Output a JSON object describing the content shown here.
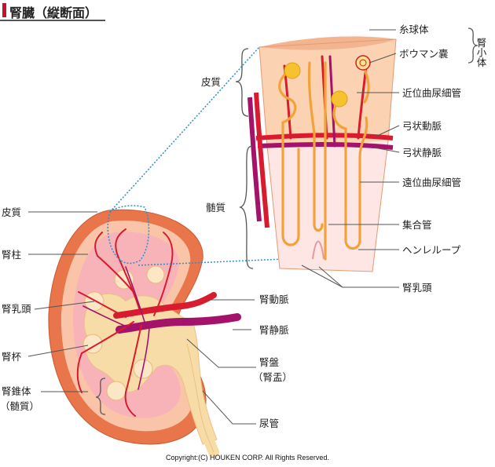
{
  "title": "腎臓（縦断面）",
  "labels": {
    "cortex_left": "皮質",
    "renal_column": "腎柱",
    "renal_papilla_left": "腎乳頭",
    "renal_calyx": "腎杯",
    "renal_pyramid": "腎錐体",
    "renal_pyramid_sub": "（髄質）",
    "renal_artery": "腎動脈",
    "renal_vein": "腎静脈",
    "renal_pelvis": "腎盤",
    "renal_pelvis_sub": "（腎盂）",
    "ureter": "尿管",
    "cortex_right": "皮質",
    "medulla_right": "髄質",
    "glomerulus": "糸球体",
    "bowman_capsule": "ボウマン嚢",
    "renal_corpuscle": "腎小体",
    "proximal_tubule": "近位曲尿細管",
    "arcuate_artery": "弓状動脈",
    "arcuate_vein": "弓状静脈",
    "distal_tubule": "遠位曲尿細管",
    "collecting_duct": "集合管",
    "loop_of_henle": "ヘンレループ",
    "renal_papilla_right": "腎乳頭"
  },
  "copyright": "Copyright:(C) HOUKEN CORP. All Rights Reserved.",
  "colors": {
    "capsule": "#e8764a",
    "cortex": "#f9c4a8",
    "pyramid": "#f7b3b8",
    "artery": "#d81b2e",
    "vein": "#a4126a",
    "pelvis": "#f8dca8",
    "tubule": "#f2a23a",
    "leader": "#555555",
    "zoom": "#2a8fd0"
  }
}
